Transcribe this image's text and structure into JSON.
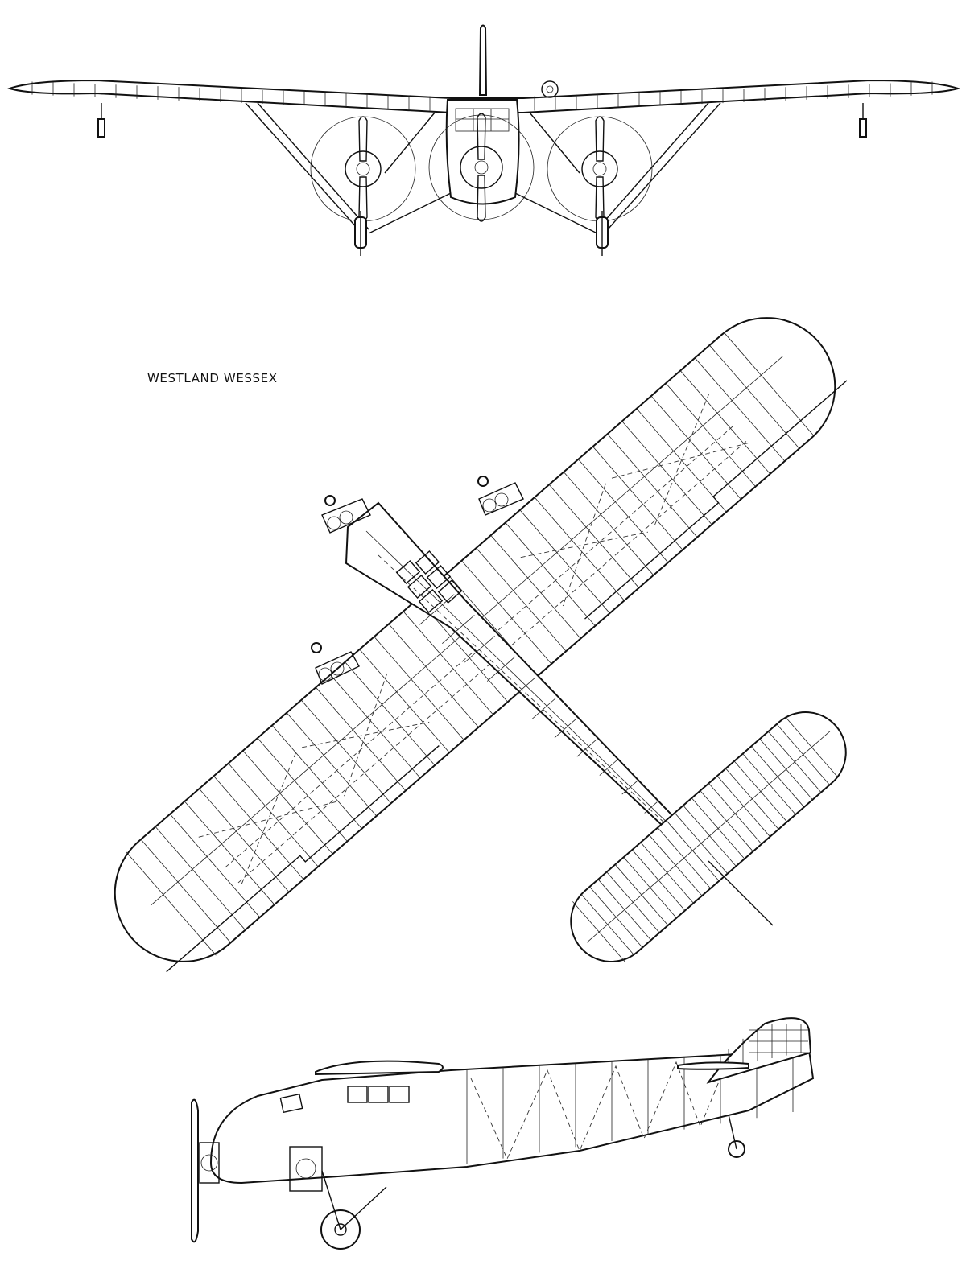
{
  "drawing": {
    "title": "WESTLAND WESSEX",
    "views": [
      "front-view",
      "plan-view",
      "side-view"
    ],
    "ink_color": "#111111",
    "paper_color": "#ffffff"
  }
}
